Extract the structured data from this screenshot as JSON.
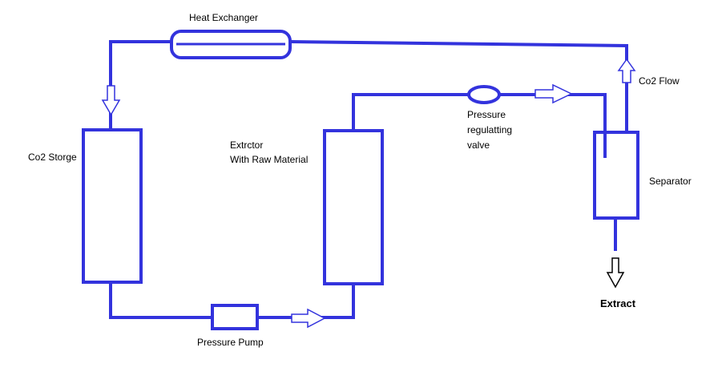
{
  "colors": {
    "pipe": "#3333dd",
    "arrow": "#3333dd",
    "text": "#000000",
    "background": "#ffffff"
  },
  "labels": {
    "heat_exchanger": "Heat Exchanger",
    "co2_storage": "Co2 Storge",
    "extractor_line1": "Extrctor",
    "extractor_line2": "With Raw Material",
    "pressure_valve_line1": "Pressure",
    "pressure_valve_line2": "regulatting",
    "pressure_valve_line3": "valve",
    "co2_flow": "Co2 Flow",
    "separator": "Separator",
    "extract": "Extract",
    "pressure_pump": "Pressure Pump"
  },
  "components": [
    {
      "id": "heat-exchanger",
      "type": "heat-exchanger"
    },
    {
      "id": "co2-storage-tank",
      "type": "vessel"
    },
    {
      "id": "extractor-vessel",
      "type": "vessel"
    },
    {
      "id": "separator-vessel",
      "type": "vessel"
    },
    {
      "id": "pressure-pump",
      "type": "pump"
    },
    {
      "id": "pressure-regulating-valve",
      "type": "valve"
    }
  ],
  "flow_arrows": [
    {
      "id": "flow-arrow-into-storage",
      "direction": "down"
    },
    {
      "id": "flow-arrow-pump-to-extractor",
      "direction": "right"
    },
    {
      "id": "flow-arrow-valve-to-separator",
      "direction": "right"
    },
    {
      "id": "flow-arrow-co2-up",
      "direction": "up"
    },
    {
      "id": "flow-arrow-extract-down",
      "direction": "down"
    }
  ]
}
